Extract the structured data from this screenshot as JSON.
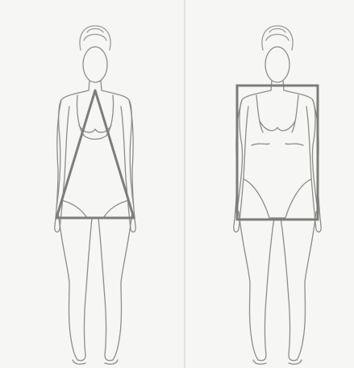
{
  "image": {
    "panels": [
      {
        "figure": "female-figure-outline",
        "overlay_shape": "triangle"
      },
      {
        "figure": "female-figure-outline",
        "overlay_shape": "rectangle"
      }
    ],
    "colors": {
      "background": "#f6f6f4",
      "figure_line": "#8c8c88",
      "hair": "#9a9a95",
      "overlay": "#7d7d78",
      "divider": "#e2e2df"
    }
  }
}
